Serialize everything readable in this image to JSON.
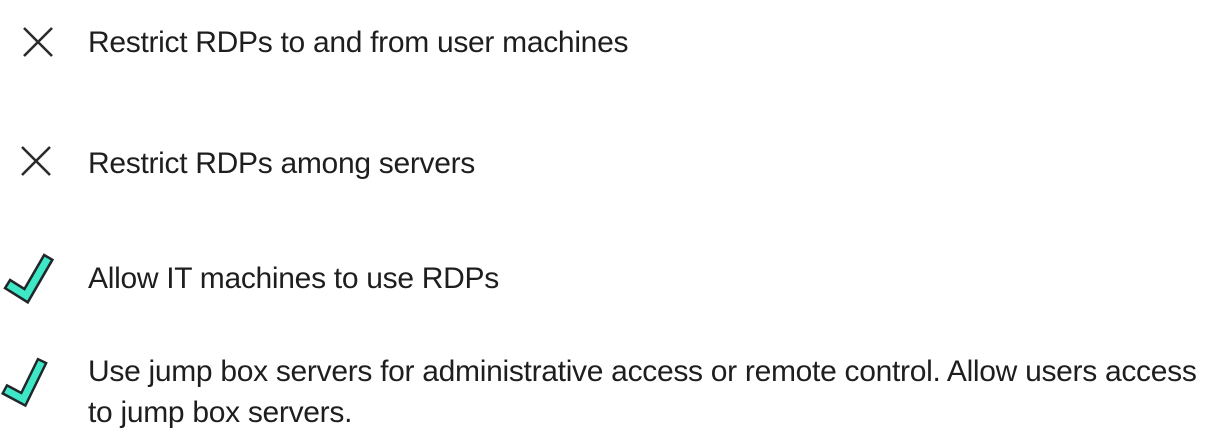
{
  "page": {
    "background": "#ffffff",
    "description": "Checklist of RDP security recommendations"
  },
  "colors": {
    "text": "#1e1e1e",
    "x_icon": "#2a2a2a",
    "check_fill": "#3ee8c6",
    "check_outline": "#20262a"
  },
  "items": [
    {
      "icon": "x",
      "text": "Restrict RDPs to and from user machines"
    },
    {
      "icon": "x",
      "text": "Restrict RDPs among servers"
    },
    {
      "icon": "check",
      "text": "Allow IT machines to use RDPs"
    },
    {
      "icon": "check",
      "text": "Use jump box servers for administrative access or remote control. Allow users access to jump box servers."
    }
  ]
}
